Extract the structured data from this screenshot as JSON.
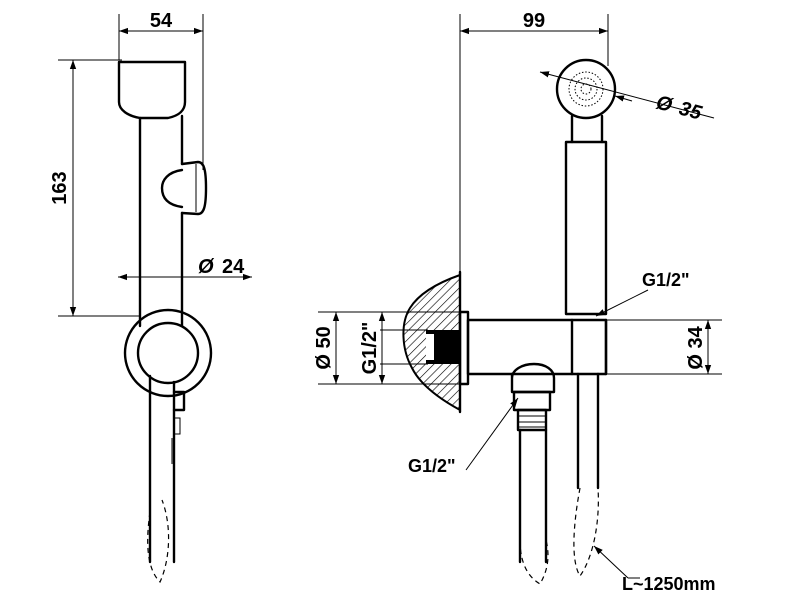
{
  "dimensions": {
    "side_width": "54",
    "side_height": "163",
    "side_diameter_symbol": "Ø",
    "side_diameter": "24",
    "front_width": "99",
    "head_diameter_symbol": "Ø",
    "head_diameter": "35",
    "wall_diameter": "Ø 50",
    "wall_thread": "G1/2\"",
    "body_diameter": "Ø 34",
    "thread_top": "G1/2\"",
    "thread_bottom": "G1/2\"",
    "hose_length": "L~1250mm"
  }
}
